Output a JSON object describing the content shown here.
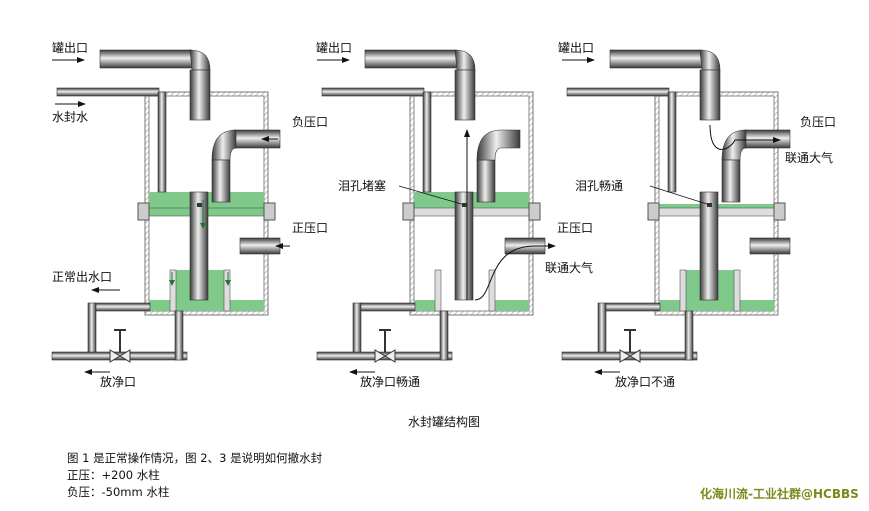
{
  "diagram": {
    "caption": "水封罐结构图",
    "colors": {
      "water": "#7fc98a",
      "pipe_dark": "#4a4a4a",
      "pipe_light": "#e6e6e6",
      "arrow": "#1a7a2a"
    },
    "panels": [
      {
        "labels": {
          "tank_outlet": "罐出口",
          "seal_water": "水封水",
          "negative_port": "负压口",
          "positive_port": "正压口",
          "normal_outlet": "正常出水口",
          "drain": "放净口"
        }
      },
      {
        "labels": {
          "tank_outlet": "罐出口",
          "weep_hole": "泪孔堵塞",
          "positive_port": "正压口",
          "atmosphere": "联通大气",
          "drain": "放净口畅通"
        }
      },
      {
        "labels": {
          "tank_outlet": "罐出口",
          "negative_port": "负压口",
          "atmosphere": "联通大气",
          "weep_hole": "泪孔畅通",
          "drain": "放净口不通"
        }
      }
    ]
  },
  "notes": [
    "图 1 是正常操作情况，图 2、3 是说明如何撤水封",
    "正压：+200 水柱",
    "负压：-50mm 水柱"
  ],
  "watermark": "化海川流-工业社群@HCBBS"
}
